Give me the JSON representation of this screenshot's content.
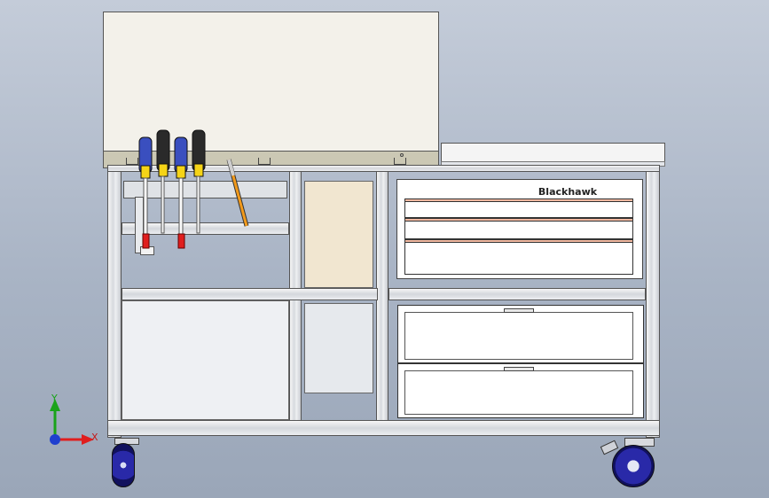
{
  "toolbox": {
    "brand": "Blackhawk"
  },
  "triad": {
    "y_label": "Y",
    "x_label": "X"
  },
  "colors": {
    "background_top": "#c4ccd9",
    "background_bottom": "#9aa6b8",
    "cabinet_panel": "#f1e6d0",
    "drawer_stripe": "#f2b8a0",
    "caster_blue": "#2929a8",
    "screwdriver_blue": "#3a4fbf",
    "screwdriver_yellow": "#f5d417",
    "screwdriver_red": "#e01e1e",
    "axis_y": "#1aa31a",
    "axis_x": "#e01e1e",
    "axis_origin": "#1f3fcf"
  }
}
